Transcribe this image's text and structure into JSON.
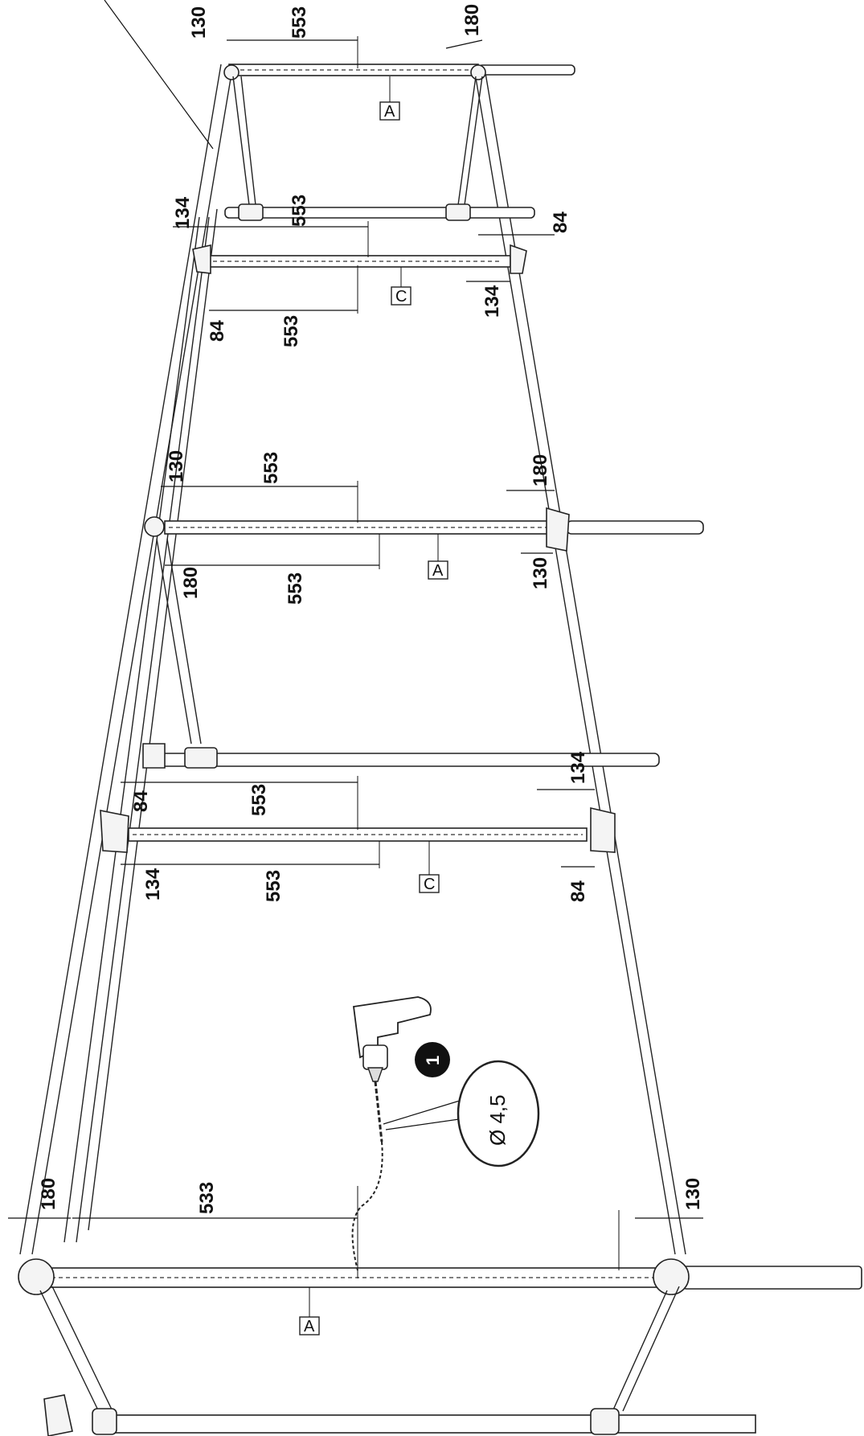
{
  "step_number": "1",
  "drill_label": "Ø 4,5",
  "tags": {
    "top_a": "A",
    "upper_c": "C",
    "middle_a": "A",
    "lower_c": "C",
    "bottom_a": "A"
  },
  "dimensions": {
    "top_130": "130",
    "top_553": "553",
    "top_180": "180",
    "uc_134_top": "134",
    "uc_553_top": "553",
    "uc_84_right": "84",
    "uc_134_right": "134",
    "uc_84_left": "84",
    "uc_553_bottom": "553",
    "ma_130_top": "130",
    "ma_553_top": "553",
    "ma_180_right": "180",
    "ma_130_right": "130",
    "ma_180_left": "180",
    "ma_553_bottom": "553",
    "lc_134_right": "134",
    "lc_84_left": "84",
    "lc_553_top": "553",
    "lc_134_left": "134",
    "lc_553_bottom": "553",
    "lc_84_right": "84",
    "ba_180_left": "180",
    "ba_533": "533",
    "ba_130_right": "130"
  }
}
